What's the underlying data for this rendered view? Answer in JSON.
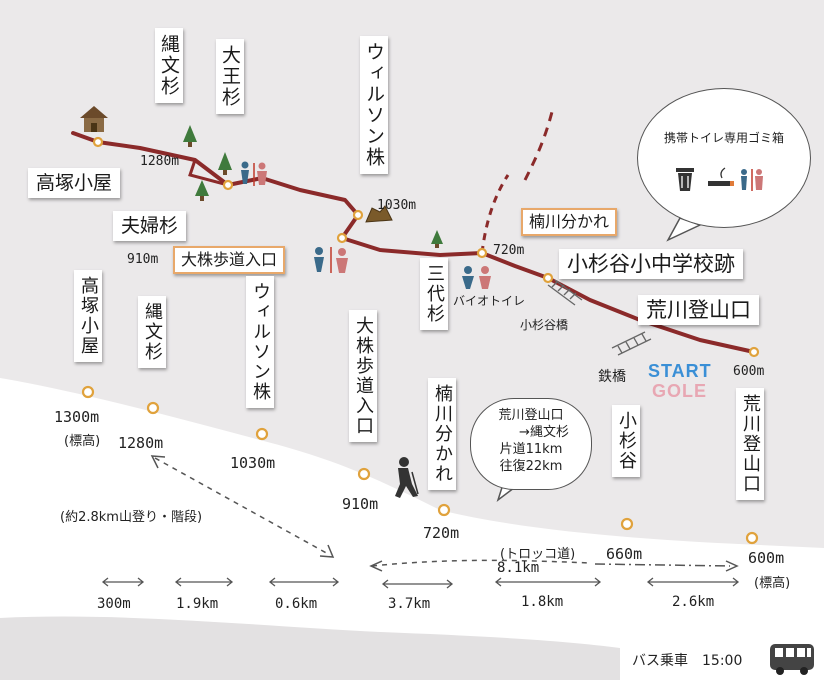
{
  "map": {
    "upper": {
      "labels": {
        "takatsuka_hut": "高塚小屋",
        "jomon_sugi": "縄文杉",
        "daio_sugi": "大王杉",
        "wilson_kabu": "ウィルソン株",
        "meoto_sugi": "夫婦杉",
        "okabu_entrance": "大株歩道入口",
        "sandai_sugi": "三代杉",
        "kusukawa_branch": "楠川分かれ",
        "kosugidani_school": "小杉谷小中学校跡",
        "arakawa_trailhead": "荒川登山口",
        "bio_toilet": "バイオトイレ",
        "kosugidani_bridge": "小杉谷橋",
        "iron_bridge": "鉄橋",
        "start": "START",
        "gole": "GOLE"
      },
      "altitudes": {
        "jomon": "1280m",
        "wilson": "1030m",
        "okabu": "910m",
        "kusukawa": "720m",
        "arakawa": "600m"
      },
      "bubble": {
        "title": "携帯トイレ専用ゴミ箱"
      }
    },
    "profile": {
      "stations": [
        {
          "name": "高塚小屋",
          "alt": "1300m",
          "note": "(標高)"
        },
        {
          "name": "縄文杉",
          "alt": "1280m"
        },
        {
          "name": "ウィルソン株",
          "alt": "1030m"
        },
        {
          "name": "大株歩道入口",
          "alt": "910m"
        },
        {
          "name": "楠川分かれ",
          "alt": "720m"
        },
        {
          "name": "小杉谷",
          "alt": "660m"
        },
        {
          "name": "荒川登山口",
          "alt": "600m",
          "note": "(標高)"
        }
      ],
      "bubble": {
        "line1": "荒川登山口",
        "line2": "→縄文杉",
        "line3": "片道11km",
        "line4": "往復22km"
      },
      "climb_note": "(約2.8km山登り・階段)",
      "trolley_label": "(トロッコ道)",
      "trolley_total": "8.1km",
      "segments": [
        "300m",
        "1.9km",
        "0.6km",
        "3.7km",
        "1.8km",
        "2.6km"
      ],
      "bus": "バス乗車　15:00"
    }
  }
}
